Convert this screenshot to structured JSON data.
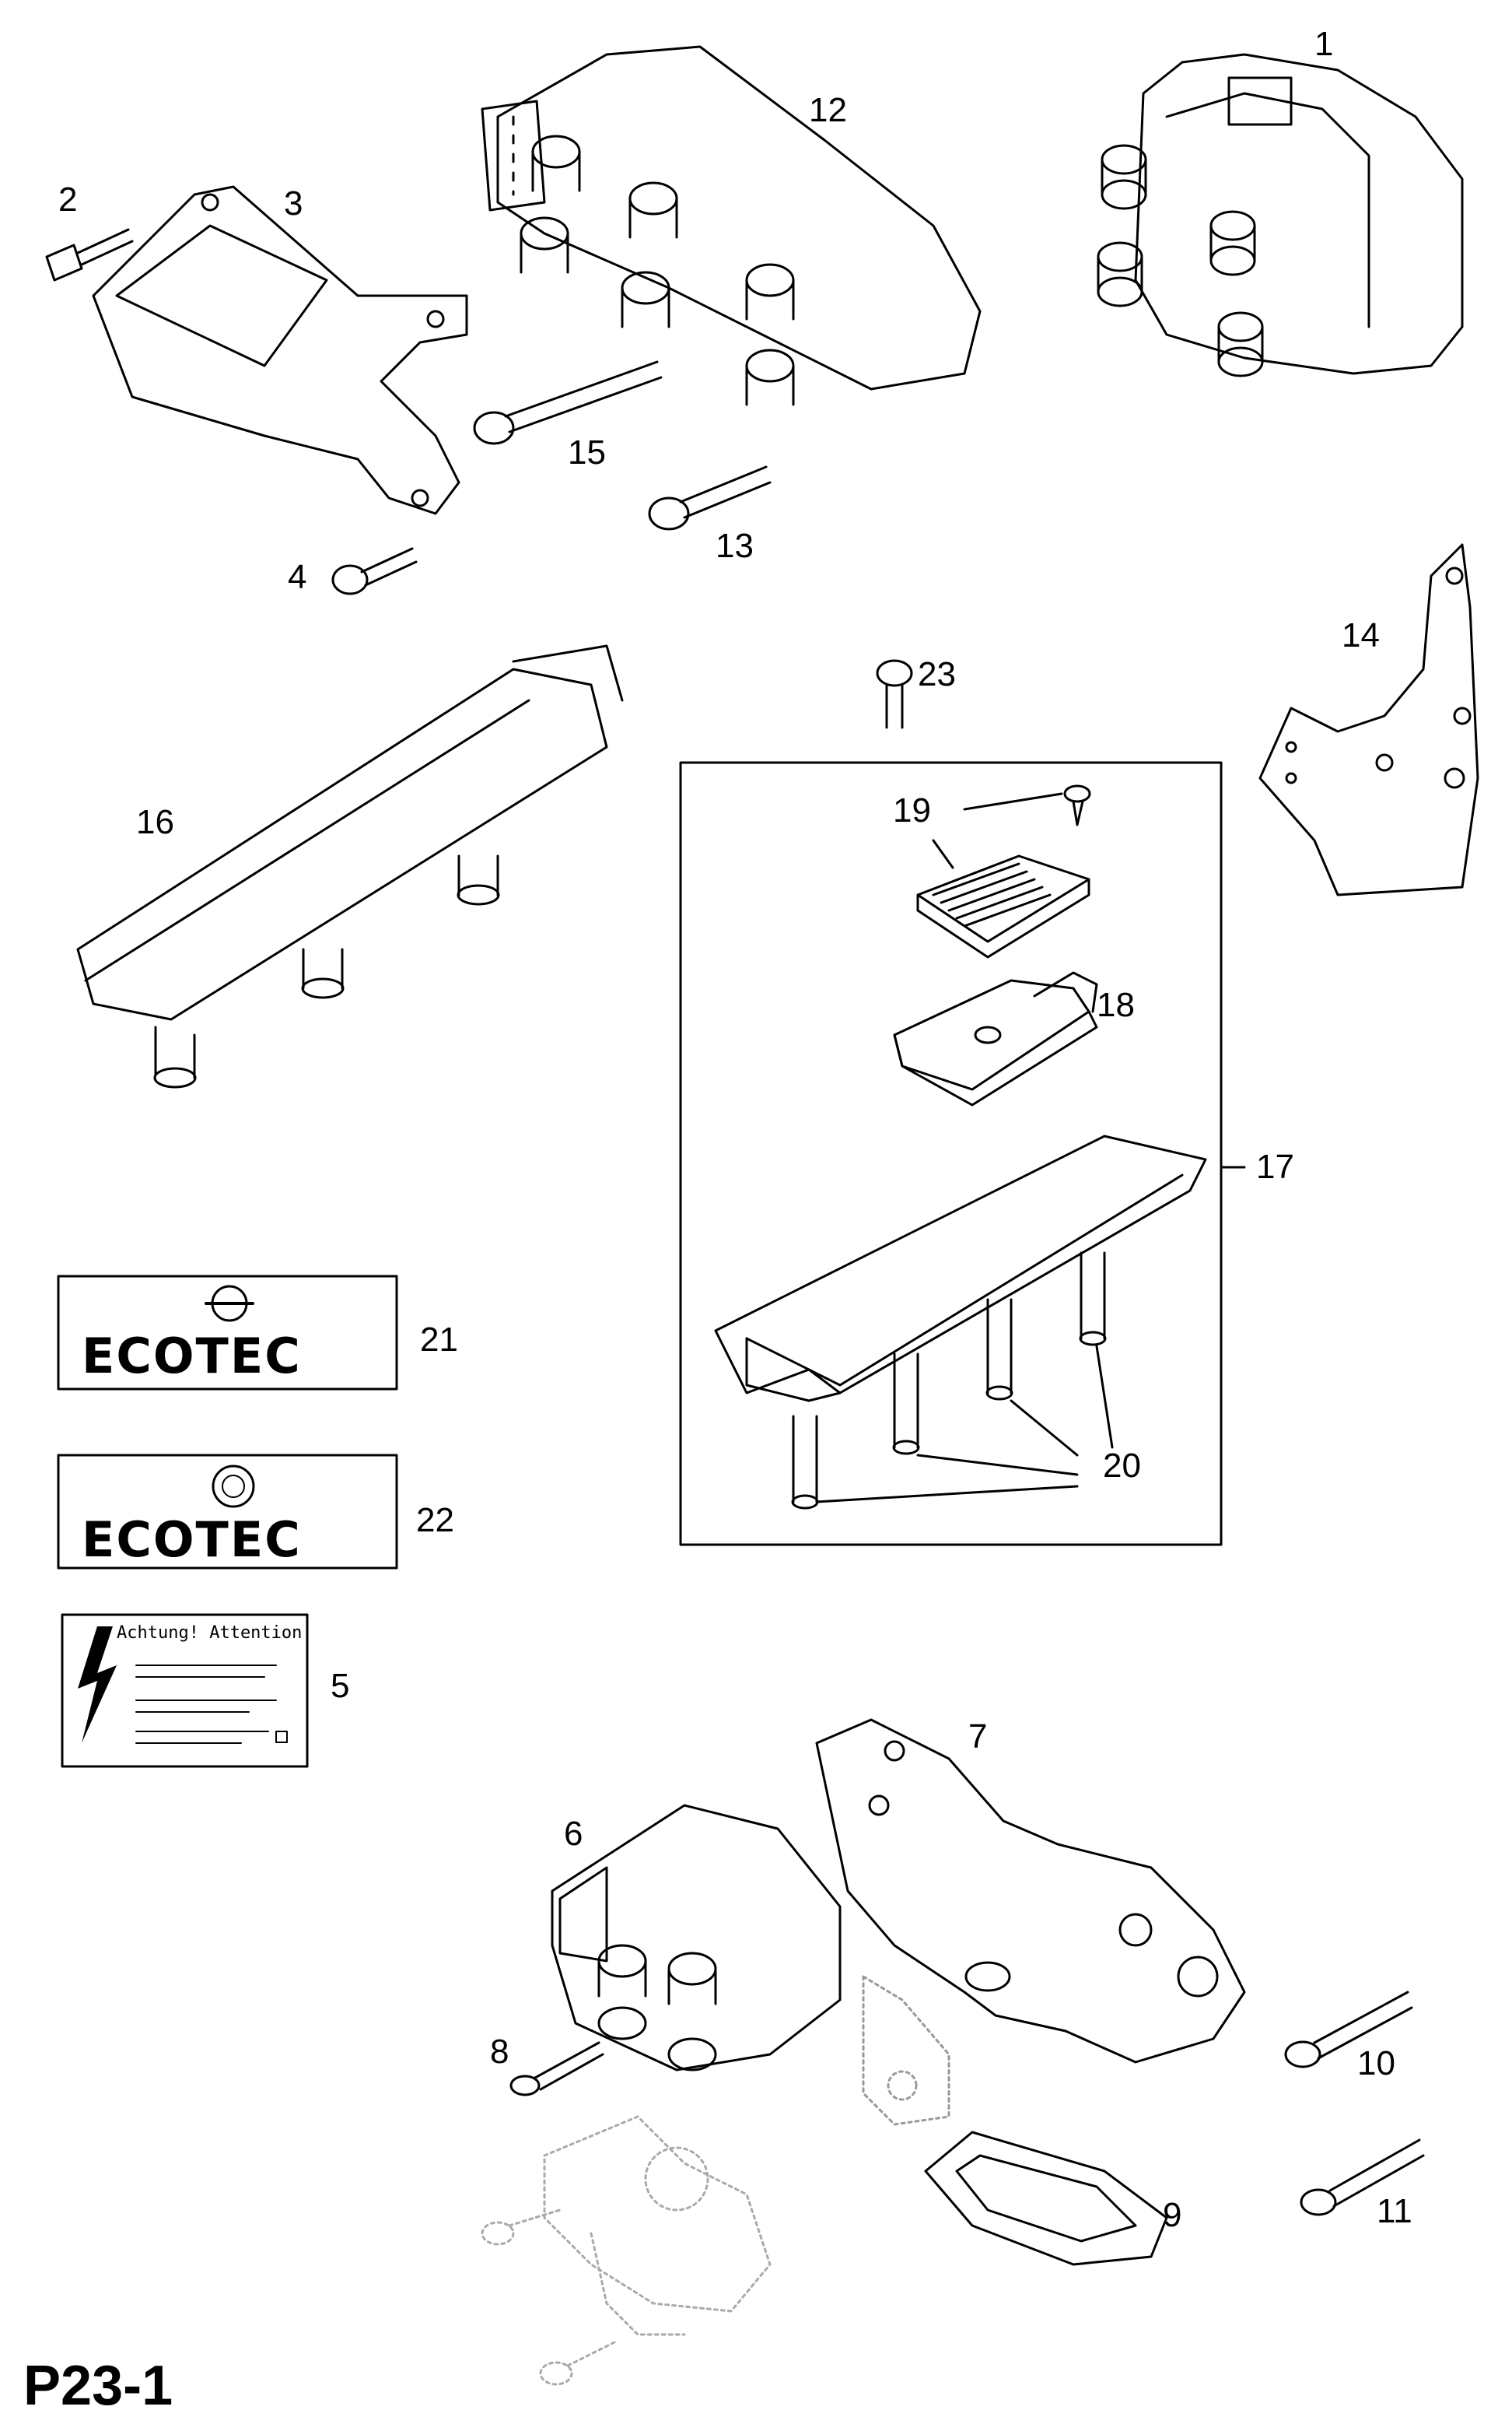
{
  "page_code": "P23-1",
  "callouts": {
    "n1": "1",
    "n2": "2",
    "n3": "3",
    "n4": "4",
    "n5": "5",
    "n6": "6",
    "n7": "7",
    "n8": "8",
    "n9": "9",
    "n10": "10",
    "n11": "11",
    "n12": "12",
    "n13": "13",
    "n14": "14",
    "n15": "15",
    "n16": "16",
    "n17": "17",
    "n18": "18",
    "n19": "19",
    "n20": "20",
    "n21": "21",
    "n22": "22",
    "n23": "23"
  },
  "labels": {
    "ecotec_text": "ECOTEC",
    "warning_title": "Achtung! Attention!"
  },
  "icons": {
    "opel_logo": "opel-logo-icon",
    "vauxhall_logo": "vauxhall-logo-icon",
    "lightning": "lightning-icon"
  }
}
